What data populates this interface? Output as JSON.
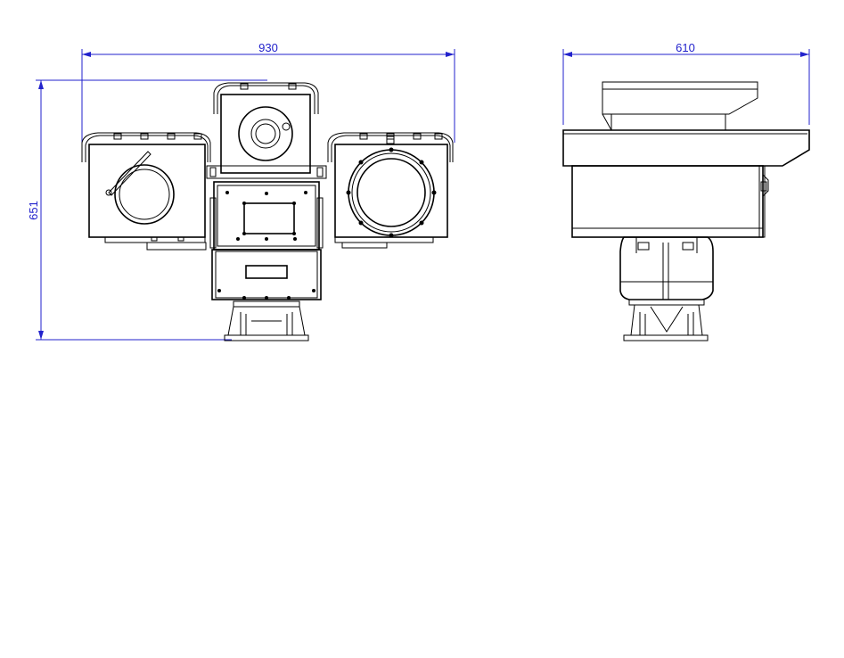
{
  "front_view": {
    "width_label": "930",
    "height_label": "651"
  },
  "side_view": {
    "width_label": "610"
  },
  "colors": {
    "dimension": "#2222cc",
    "outline": "#000000",
    "background": "#ffffff"
  }
}
